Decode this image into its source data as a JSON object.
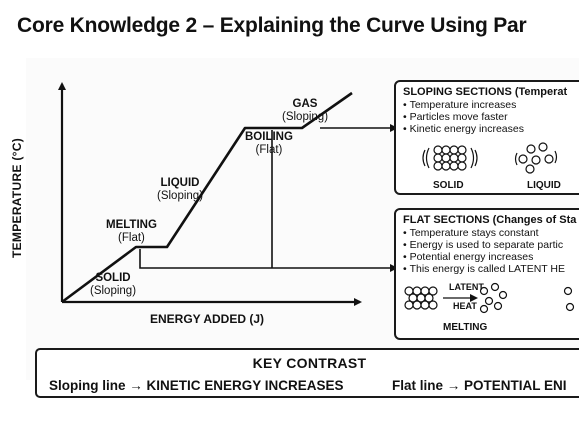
{
  "title": "Core Knowledge 2 – Explaining the Curve Using Par",
  "graph": {
    "y_axis_label": "TEMPERATURE (°C)",
    "x_axis_label": "ENERGY ADDED (J)",
    "segments": [
      {
        "name": "SOLID",
        "type": "(Sloping)"
      },
      {
        "name": "MELTING",
        "type": "(Flat)"
      },
      {
        "name": "LIQUID",
        "type": "(Sloping)"
      },
      {
        "name": "BOILING",
        "type": "(Flat)"
      },
      {
        "name": "GAS",
        "type": "(Sloping)"
      }
    ]
  },
  "sloping_box": {
    "title": "SLOPING SECTIONS (Temperat",
    "bullets": [
      "Temperature increases",
      "Particles move faster",
      "Kinetic energy increases"
    ],
    "captions": [
      "SOLID",
      "LIQUID"
    ]
  },
  "flat_box": {
    "title": "FLAT SECTIONS (Changes of Sta",
    "bullets": [
      "Temperature stays constant",
      "Energy is used to separate partic",
      "Potential energy increases",
      "This energy is called LATENT HE"
    ],
    "latent_label": "LATENT",
    "heat_label": "HEAT",
    "caption": "MELTING"
  },
  "key_contrast": {
    "title": "KEY CONTRAST",
    "sloping": "Sloping line → KINETIC ENERGY INCREASES",
    "flat": "Flat line → POTENTIAL ENI"
  }
}
